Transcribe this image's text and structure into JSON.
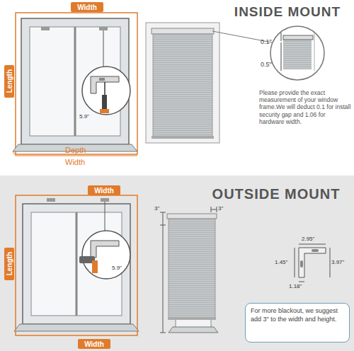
{
  "diagram": {
    "nodes": [
      {
        "text": [
          "Width"
        ]
      },
      {
        "text": [
          "Length"
        ]
      },
      {
        "text": [
          "Width"
        ]
      },
      {
        "text": [
          "Length"
        ]
      },
      {
        "text": [
          "Width"
        ]
      },
      {
        "text": [
          "For more blackout, we suggest add 3\" to the width and height."
        ]
      }
    ],
    "labels": [
      "INSIDE MOUNT",
      "5.9\"",
      "Depth",
      "Width",
      "0.1\"",
      "0.5\"",
      "Please provide the exact measurement of your window frame.We will deduct 0.1 for install security gap and 1.06 for hardware width.",
      "OUTSIDE MOUNT",
      "5.9\"",
      "3\"",
      "3\"",
      "2.95\"",
      "1.45\"",
      "3.97\"",
      "1.18\""
    ]
  }
}
